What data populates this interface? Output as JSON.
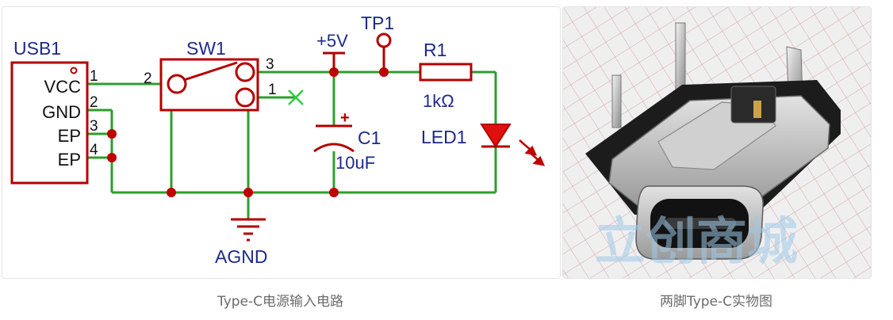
{
  "schematic": {
    "usb": {
      "ref": "USB1",
      "pins": [
        "VCC",
        "GND",
        "EP",
        "EP"
      ],
      "pin_numbers": [
        "1",
        "2",
        "3",
        "4"
      ]
    },
    "switch": {
      "ref": "SW1",
      "pin_left": "2",
      "pin_top": "3",
      "pin_bottom": "1"
    },
    "power_label": "+5V",
    "testpoint": "TP1",
    "resistor": {
      "ref": "R1",
      "value": "1kΩ"
    },
    "capacitor": {
      "ref": "C1",
      "value": "10uF",
      "polarity": "+"
    },
    "led": {
      "ref": "LED1"
    },
    "ground_label": "AGND",
    "colors": {
      "wire": "#2e9e2e",
      "component": "#b40000",
      "text": "#1d2a8a",
      "led_fill": "#e01010"
    }
  },
  "photo": {
    "watermark": "立创商城"
  },
  "captions": {
    "left": "Type-C电源输入电路",
    "right": "两脚Type-C实物图"
  }
}
